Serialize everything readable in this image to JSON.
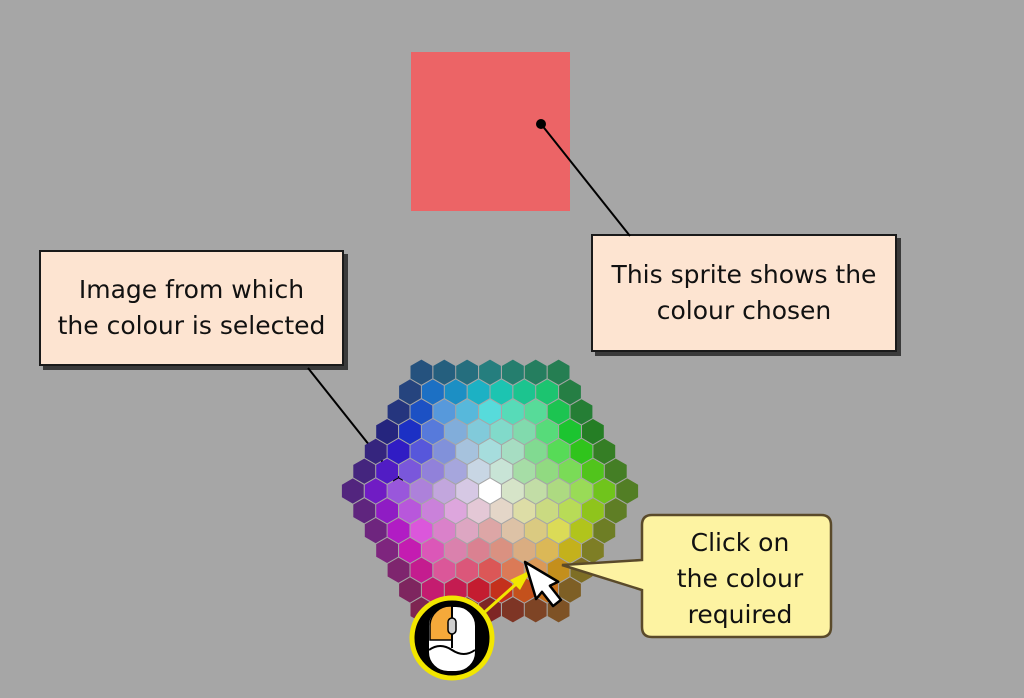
{
  "sprite": {
    "color": "#ec6466"
  },
  "callouts": {
    "image_source": {
      "line1": "Image from which",
      "line2": "the colour is selected"
    },
    "sprite_info": {
      "line1": "This sprite shows the",
      "line2": "colour chosen"
    },
    "click_hint": {
      "line1": "Click on",
      "line2": "the colour",
      "line3": "required"
    }
  },
  "icons": {
    "pointer": "mouse-pointer-icon",
    "mouse": "mouse-left-click-icon"
  }
}
